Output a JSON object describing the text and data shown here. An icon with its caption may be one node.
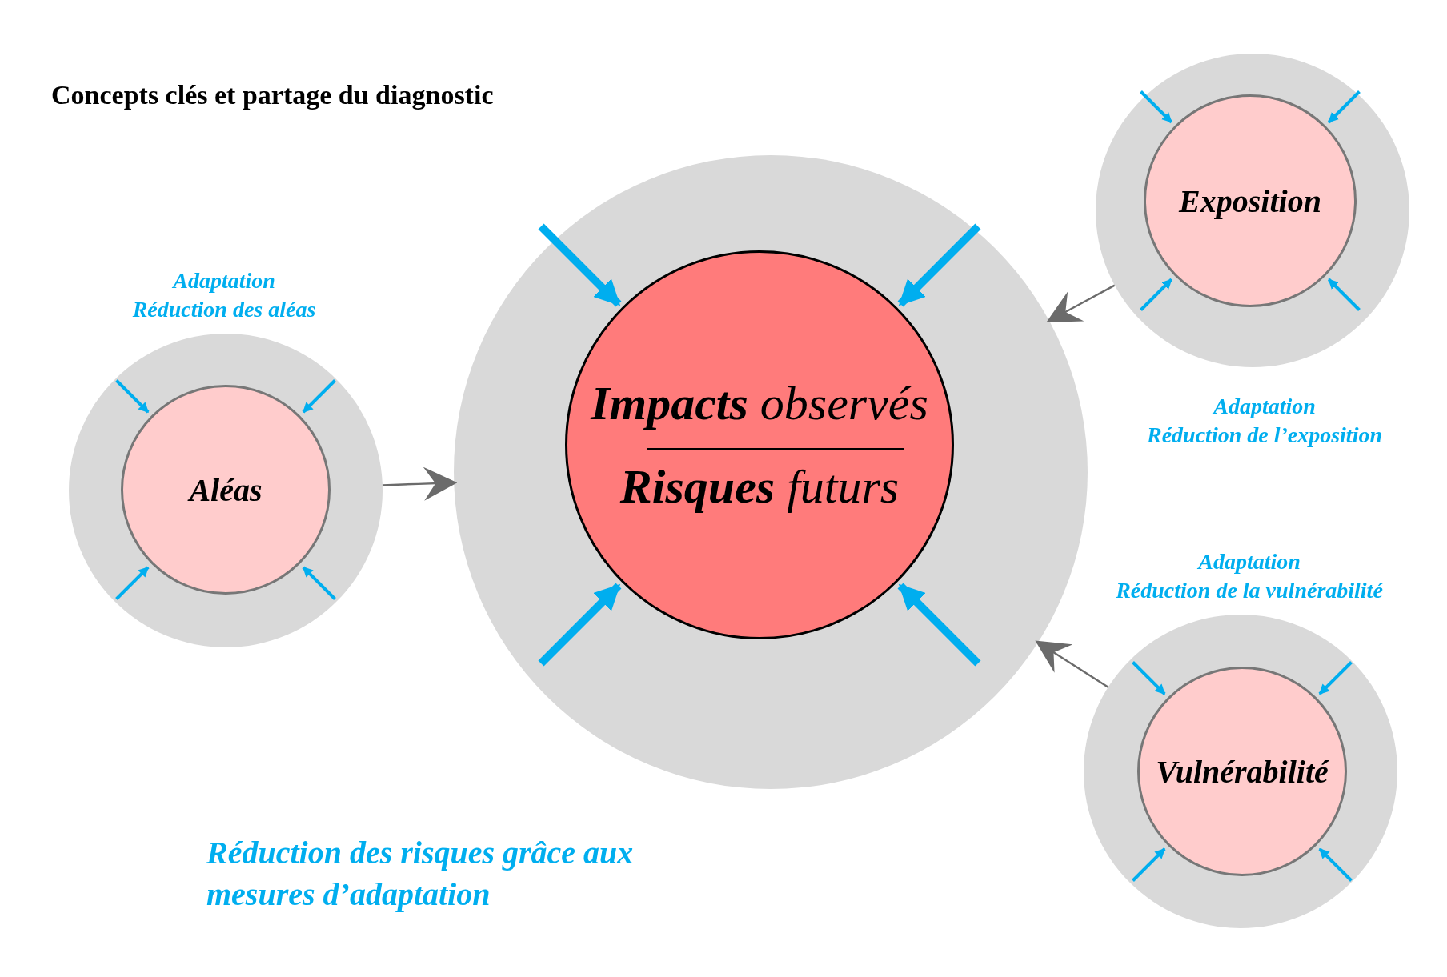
{
  "diagram": {
    "title": "Concepts clés et partage du diagnostic",
    "nodes": [
      {
        "text": [],
        "shape": "circle"
      },
      {
        "text": [
          "**Impacts** observés",
          "**Risques** futurs"
        ],
        "in": 0
      },
      {
        "text": [],
        "shape": "circle",
        "beside": [
          "Adaptation",
          "Réduction des aléas"
        ]
      },
      {
        "text": [
          "Aléas"
        ],
        "in": 2
      },
      {
        "text": [],
        "shape": "circle",
        "beside": [
          "Adaptation",
          "Réduction de l’exposition"
        ]
      },
      {
        "text": [
          "Exposition"
        ],
        "in": 4
      },
      {
        "text": [],
        "shape": "circle",
        "beside": [
          "Adaptation",
          "Réduction de la vulnérabilité"
        ]
      },
      {
        "text": [
          "Vulnérabilité"
        ],
        "in": 6
      }
    ],
    "edges": [
      {
        "from": 2,
        "to": 0,
        "arrow": "to"
      },
      {
        "from": 4,
        "to": 0,
        "arrow": "to"
      },
      {
        "from": 6,
        "to": 0,
        "arrow": "to"
      }
    ],
    "labels": [
      "Réduction des risques grâce aux mesures d’adaptation"
    ]
  }
}
